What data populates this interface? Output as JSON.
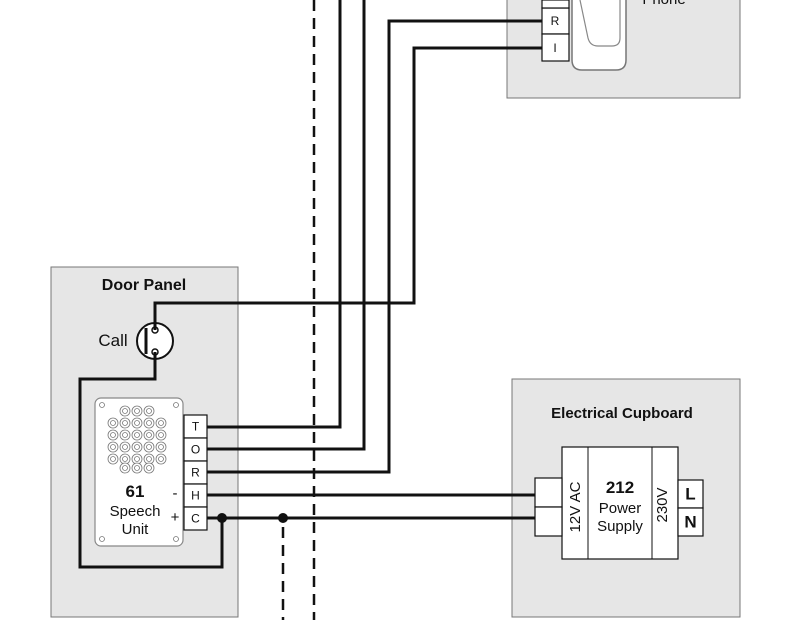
{
  "phone": {
    "title": "Phone",
    "terminals": [
      "R",
      "I"
    ]
  },
  "door_panel": {
    "title": "Door Panel",
    "call_label": "Call",
    "speech_unit": {
      "model": "61",
      "name_line1": "Speech",
      "name_line2": "Unit",
      "minus": "-",
      "plus": "+"
    },
    "terminals": [
      "T",
      "O",
      "R",
      "H",
      "C"
    ]
  },
  "electrical_cupboard": {
    "title": "Electrical Cupboard",
    "power_supply": {
      "model": "212",
      "name_line1": "Power",
      "name_line2": "Supply",
      "input_label": "12V AC",
      "mains_label": "230V",
      "mains_terminals": [
        "L",
        "N"
      ]
    }
  },
  "colors": {
    "panel_fill": "#e6e6e6",
    "wire": "#111111"
  }
}
